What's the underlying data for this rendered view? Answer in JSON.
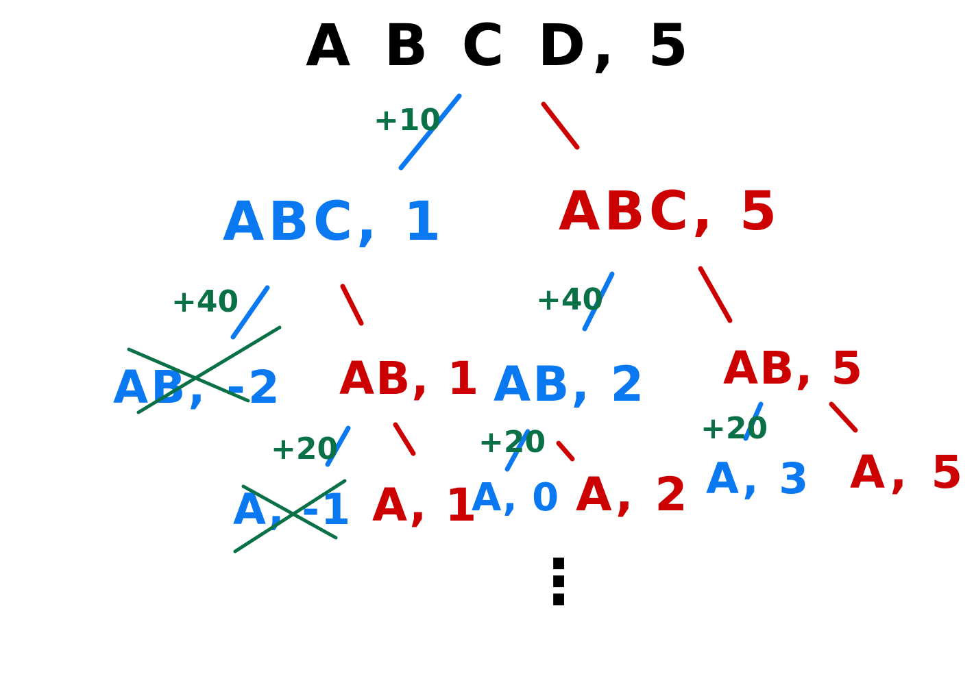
{
  "colors": {
    "root": "#000000",
    "include": "#0a78f0",
    "exclude": "#cc0000",
    "weight": "#0a7045"
  },
  "nodes": {
    "root": "A B C D, 5",
    "l1_left": "ABC, 1",
    "l1_right": "ABC, 5",
    "l2_a": "AB, -2",
    "l2_b": "AB, 1",
    "l2_c": "AB, 2",
    "l2_d": "AB, 5",
    "l3_a": "A, -1",
    "l3_b": "A, 1",
    "l3_c": "A, 0",
    "l3_d": "A, 2",
    "l3_e": "A, 3",
    "l3_f": "A, 5"
  },
  "weights": {
    "w_root_left": "+10",
    "w_l1l_left": "+40",
    "w_l1r_left": "+40",
    "w_l2b_left": "+20",
    "w_l2c_left": "+20",
    "w_l2d_left": "+20"
  },
  "continuation": "⋮"
}
